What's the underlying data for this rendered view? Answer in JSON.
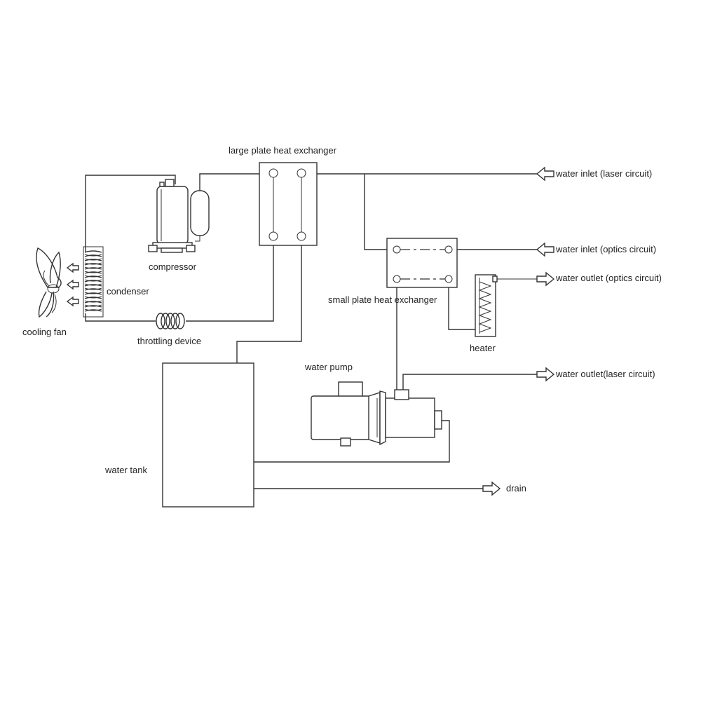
{
  "labels": {
    "large_plate_heat_exchanger": "large plate heat exchanger",
    "water_inlet_laser": "water inlet (laser circuit)",
    "water_inlet_optics": "water inlet (optics circuit)",
    "water_outlet_optics": "water outlet (optics circuit)",
    "water_outlet_laser": "water outlet(laser circuit)",
    "compressor": "compressor",
    "condenser": "condenser",
    "cooling_fan": "cooling fan",
    "throttling_device": "throttling device",
    "small_plate_heat_exchanger": "small plate heat exchanger",
    "heater": "heater",
    "water_pump": "water pump",
    "water_tank": "water tank",
    "drain": "drain"
  },
  "colors": {
    "line": "#333333",
    "text": "#222222",
    "background": "#ffffff"
  }
}
